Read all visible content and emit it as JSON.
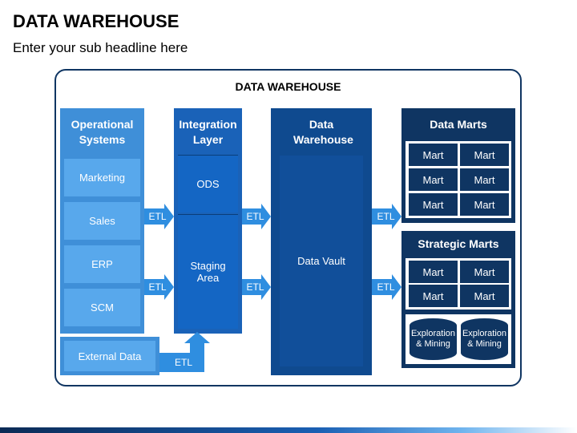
{
  "header": {
    "title": "DATA WAREHOUSE",
    "subtitle": "Enter your sub headline here"
  },
  "diagram": {
    "frame_title": "DATA WAREHOUSE",
    "operational": {
      "heading": "Operational Systems",
      "items": [
        "Marketing",
        "Sales",
        "ERP",
        "SCM"
      ]
    },
    "external": "External Data",
    "integration": {
      "heading": "Integration Layer",
      "ods": "ODS",
      "staging": "Staging Area"
    },
    "warehouse": {
      "heading": "Data Warehouse",
      "vault": "Data Vault"
    },
    "data_marts": {
      "heading": "Data Marts",
      "marts": [
        "Mart",
        "Mart",
        "Mart",
        "Mart",
        "Mart",
        "Mart"
      ]
    },
    "strategic_marts": {
      "heading": "Strategic Marts",
      "marts": [
        "Mart",
        "Mart",
        "Mart",
        "Mart"
      ],
      "exploration": [
        "Exploration & Mining",
        "Exploration & Mining"
      ]
    },
    "etl_label": "ETL",
    "colors": {
      "operational": "#3f8fd8",
      "integration": "#1a62b8",
      "warehouse": "#0f4a8f",
      "marts": "#0f3562",
      "arrow": "#2f8ee0"
    }
  }
}
